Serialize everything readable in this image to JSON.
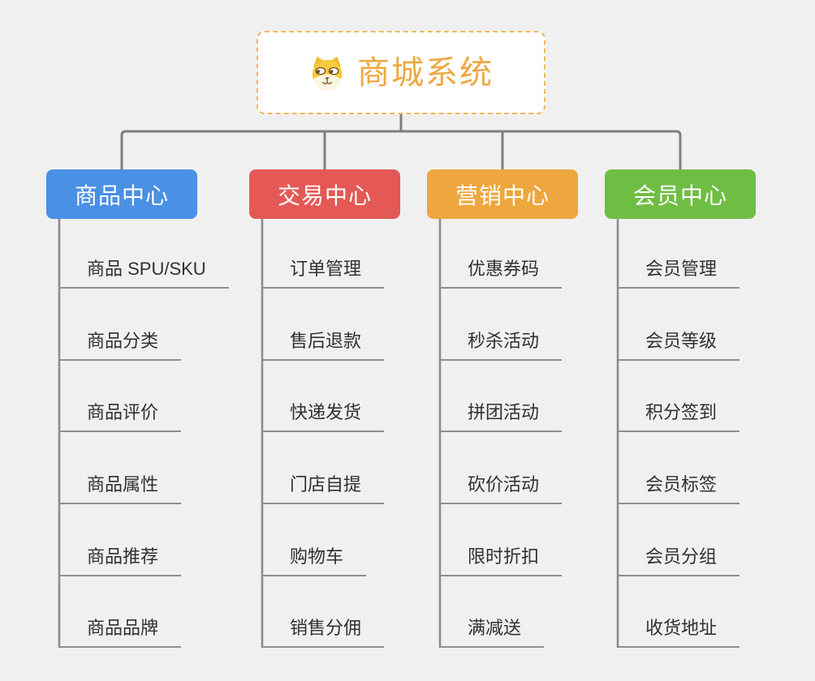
{
  "root": {
    "label": "商城系统",
    "icon": "dog-icon"
  },
  "branches": [
    {
      "label": "商品中心",
      "color": "#4a90e4",
      "children": [
        "商品 SPU/SKU",
        "商品分类",
        "商品评价",
        "商品属性",
        "商品推荐",
        "商品品牌"
      ]
    },
    {
      "label": "交易中心",
      "color": "#e45955",
      "children": [
        "订单管理",
        "售后退款",
        "快递发货",
        "门店自提",
        "购物车",
        "销售分佣"
      ]
    },
    {
      "label": "营销中心",
      "color": "#eda73e",
      "children": [
        "优惠券码",
        "秒杀活动",
        "拼团活动",
        "砍价活动",
        "限时折扣",
        "满减送"
      ]
    },
    {
      "label": "会员中心",
      "color": "#6fbe44",
      "children": [
        "会员管理",
        "会员等级",
        "积分签到",
        "会员标签",
        "会员分组",
        "收货地址"
      ]
    }
  ],
  "colors": {
    "background": "#f0f0f0",
    "connector": "#7f7f7f",
    "trunk": "#8a8a8a",
    "underline": "#8f8f8f",
    "leaf_text": "#303030",
    "root_text": "#efa843",
    "root_border": "#f2b95e"
  }
}
